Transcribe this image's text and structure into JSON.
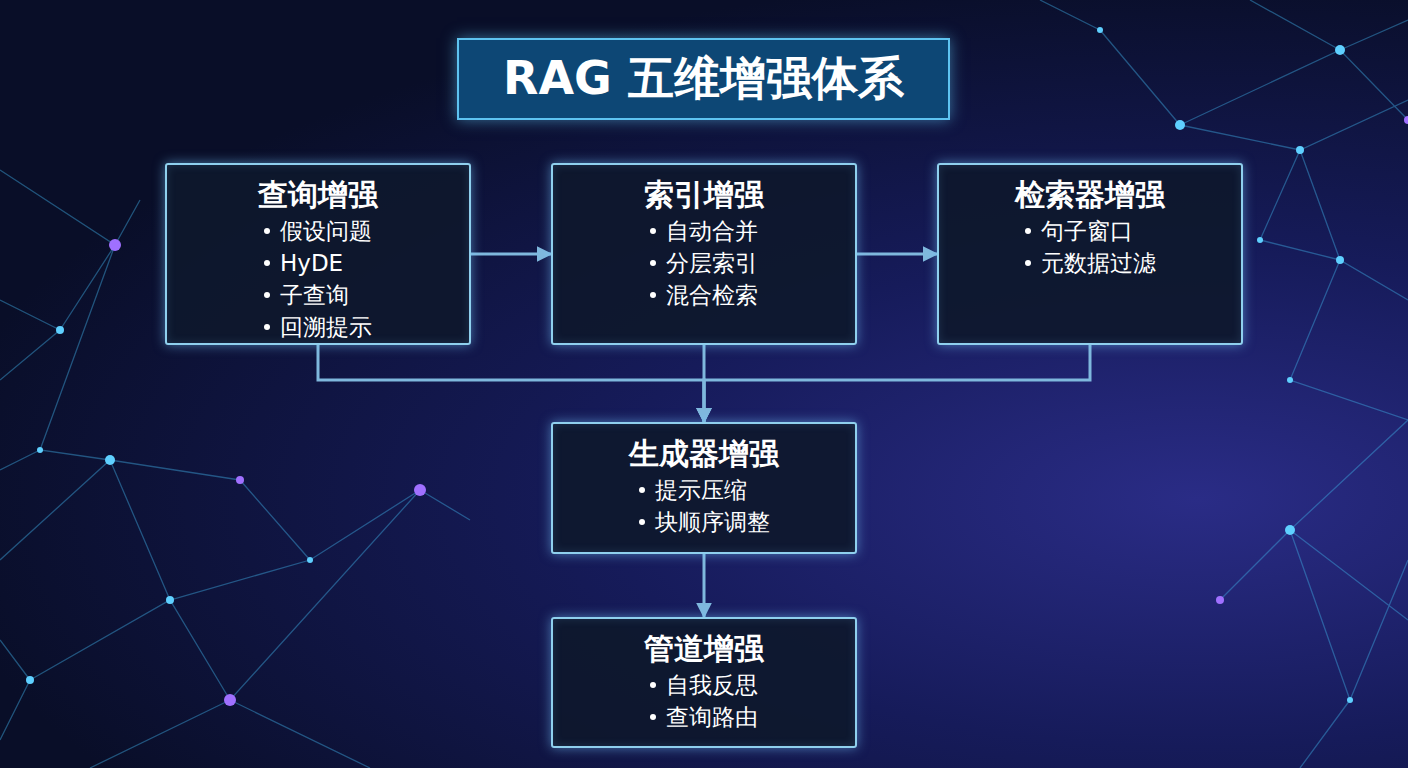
{
  "diagram": {
    "title": "RAG 五维增强体系",
    "nodes": [
      {
        "text": [
          "查询增强",
          "假设问题",
          "HyDE",
          "子查询",
          "回溯提示"
        ]
      },
      {
        "text": [
          "索引增强",
          "自动合并",
          "分层索引",
          "混合检索"
        ]
      },
      {
        "text": [
          "检索器增强",
          "句子窗口",
          "元数据过滤"
        ]
      },
      {
        "text": [
          "生成器增强",
          "提示压缩",
          "块顺序调整"
        ]
      },
      {
        "text": [
          "管道增强",
          "自我反思",
          "查询路由"
        ]
      }
    ],
    "edges": [
      {
        "from": 0,
        "to": 1,
        "arrow": "to"
      },
      {
        "from": 1,
        "to": 2,
        "arrow": "to"
      },
      {
        "from": 0,
        "to": 3,
        "arrow": "to"
      },
      {
        "from": 1,
        "to": 3,
        "arrow": "to"
      },
      {
        "from": 2,
        "to": 3,
        "arrow": "to"
      },
      {
        "from": 3,
        "to": 4,
        "arrow": "to"
      }
    ]
  }
}
